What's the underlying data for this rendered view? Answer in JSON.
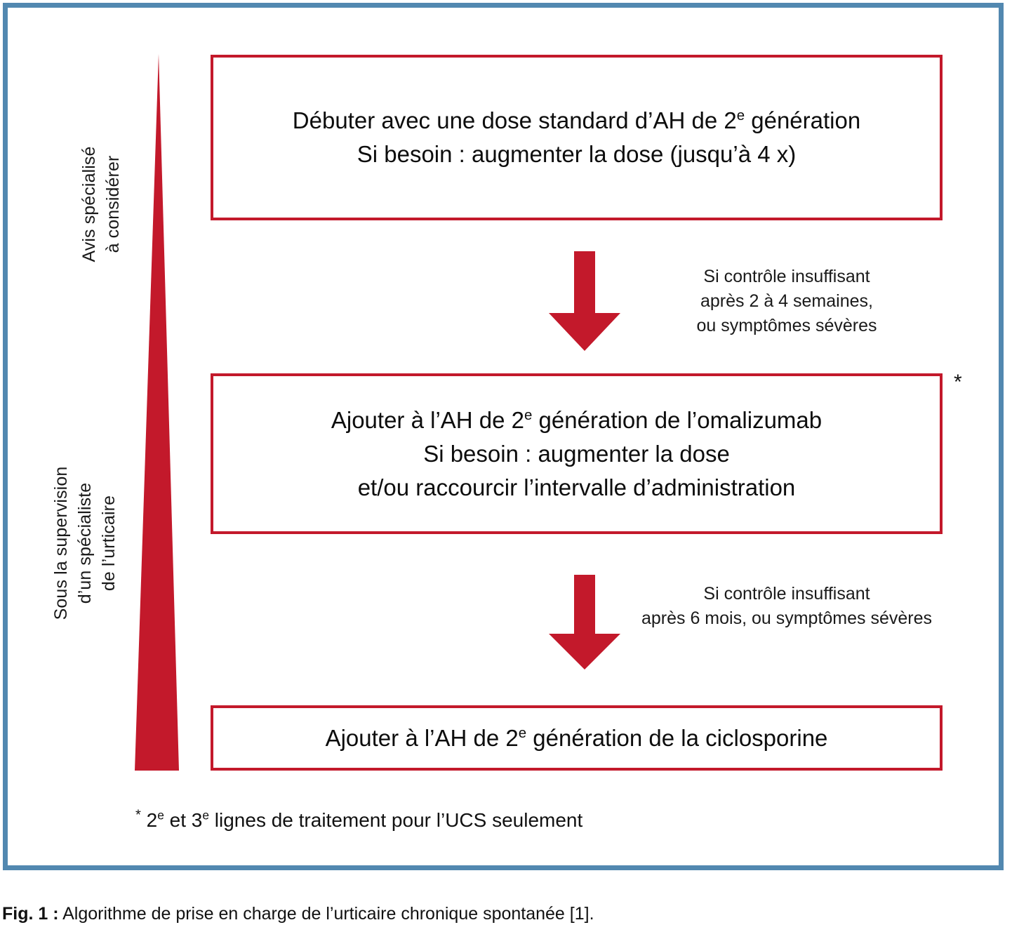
{
  "figure": {
    "caption_label": "Fig. 1 :",
    "caption_text": " Algorithme de prise en charge de l’urticaire chronique spontanée [1]."
  },
  "colors": {
    "frame_border": "#5288b0",
    "box_border": "#c3192b",
    "arrow_fill": "#c3192b",
    "wedge_fill": "#c3192b",
    "text": "#111111",
    "background": "#ffffff"
  },
  "side_labels": {
    "advice": {
      "name": "Avis spécialisé à considérer",
      "lines": [
        "Avis spécialisé",
        "à considérer"
      ]
    },
    "supervision": {
      "name": "Sous la supervision d’un spécialiste de l’urticaire",
      "lines": [
        "Sous la supervision",
        "d’un spécialiste",
        "de l’urticaire"
      ]
    }
  },
  "steps": [
    {
      "id": "step-1",
      "lines": [
        {
          "pre": "Débuter avec une dose standard d’AH de 2",
          "sup": "e",
          "post": " génération"
        },
        {
          "pre": "Si besoin : augmenter la dose (jusqu’à 4 x)",
          "sup": "",
          "post": ""
        }
      ]
    },
    {
      "id": "step-2",
      "lines": [
        {
          "pre": "Ajouter à l’AH de 2",
          "sup": "e",
          "post": " génération de l’omalizumab"
        },
        {
          "pre": "Si besoin : augmenter la dose",
          "sup": "",
          "post": ""
        },
        {
          "pre": "et/ou raccourcir l’intervalle d’administration",
          "sup": "",
          "post": ""
        }
      ]
    },
    {
      "id": "step-3",
      "lines": [
        {
          "pre": "Ajouter à l’AH de 2",
          "sup": "e",
          "post": " génération de la ciclosporine"
        }
      ]
    }
  ],
  "arrow_labels": {
    "first": {
      "lines": [
        "Si contrôle insuffisant",
        "après 2 à 4 semaines,",
        "ou symptômes sévères"
      ]
    },
    "second": {
      "lines": [
        "Si contrôle insuffisant",
        "après 6 mois, ou symptômes sévères"
      ]
    }
  },
  "asterisk": "*",
  "footnote": {
    "star": "*",
    "pre": " 2",
    "sup1": "e",
    "mid": " et 3",
    "sup2": "e",
    "post": " lignes de traitement pour l’UCS seulement"
  }
}
